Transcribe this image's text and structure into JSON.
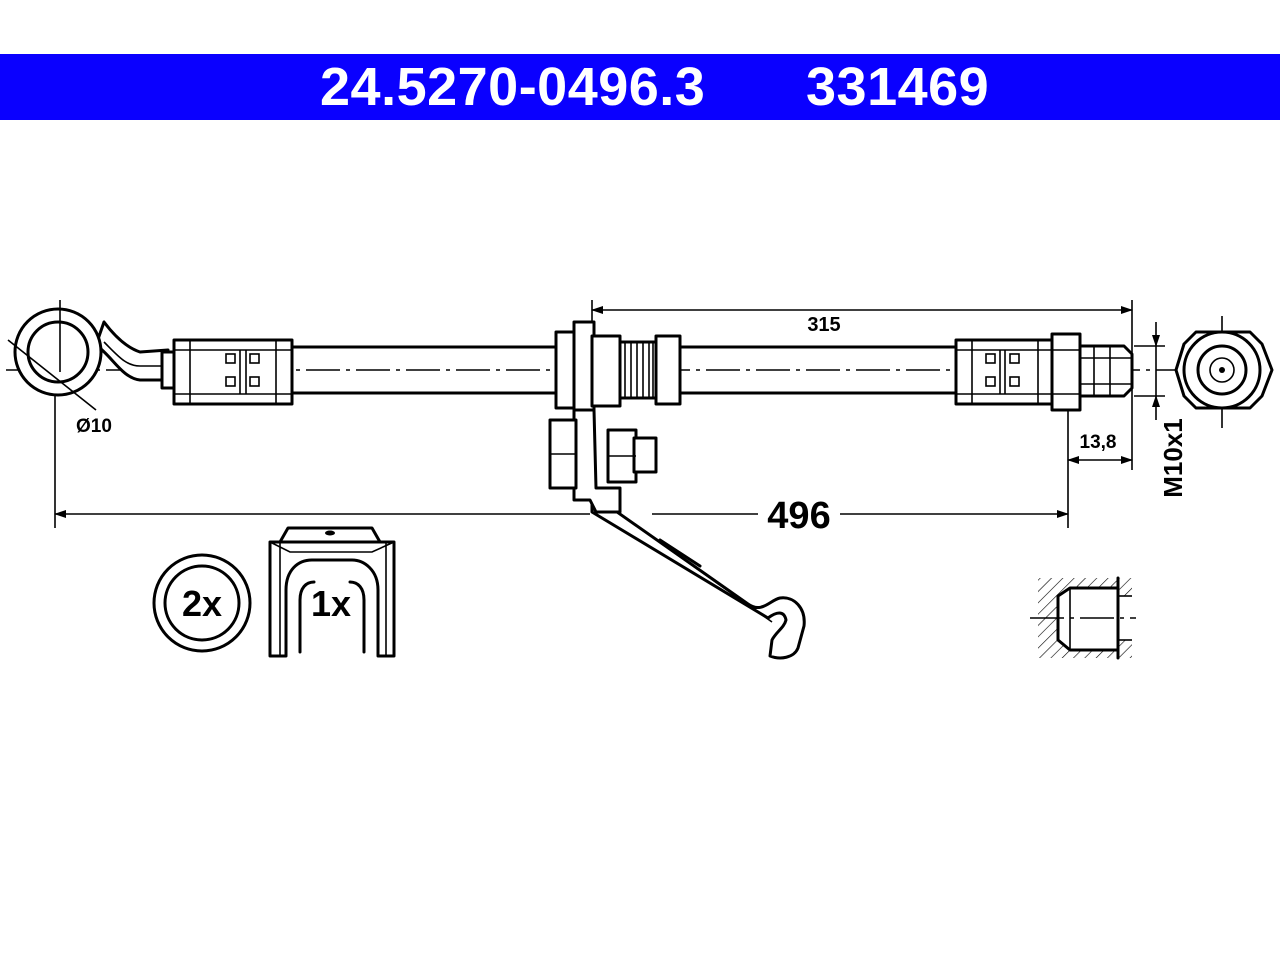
{
  "header": {
    "part_number": "24.5270-0496.3",
    "ref_number": "331469",
    "background_color": "#0a00ff",
    "text_color": "#ffffff"
  },
  "dimensions": {
    "overall_length": "496",
    "hose_length": "315",
    "eye_diameter": "Ø10",
    "fitting_length": "13,8",
    "thread": "M10x1"
  },
  "accessories": {
    "clip_quantity": "2x",
    "bracket_quantity": "1x"
  }
}
